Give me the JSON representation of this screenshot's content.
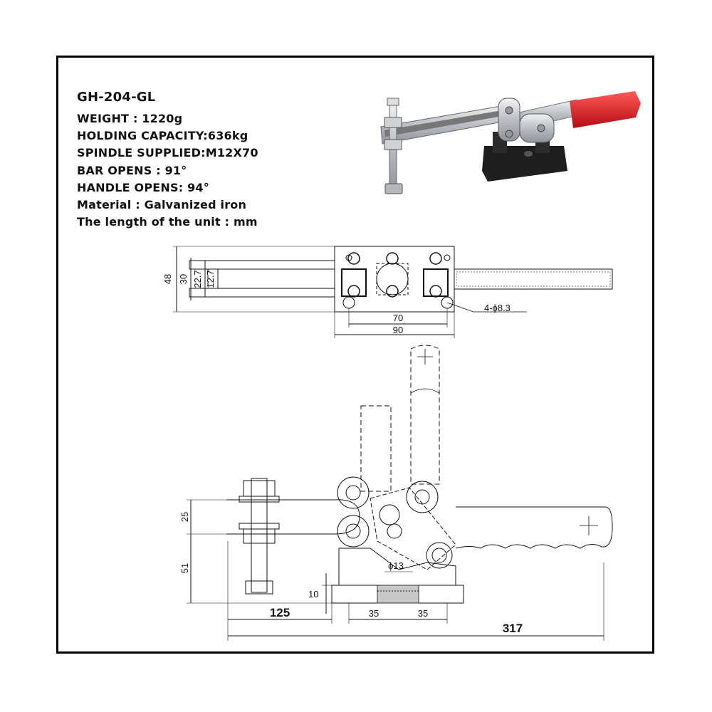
{
  "specs": {
    "model": "GH-204-GL",
    "weight": "WEIGHT : 1220g",
    "holding_capacity": "HOLDING CAPACITY:636kg",
    "spindle": "SPINDLE SUPPLIED:M12X70",
    "bar_opens": "BAR OPENS : 91°",
    "handle_opens": "HANDLE OPENS: 94°",
    "material": "Material :  Galvanized iron",
    "unit_length": "The length of the unit  : mm"
  },
  "top_view": {
    "dim_48": "48",
    "dim_30": "30",
    "dim_22_7": "22.7",
    "dim_12_7": "12.7",
    "dim_70": "70",
    "dim_90": "90",
    "holes": "4-ϕ8.3"
  },
  "side_view": {
    "dim_25": "25",
    "dim_51": "51",
    "dim_10": "10",
    "dim_125": "125",
    "dim_35a": "35",
    "dim_35b": "35",
    "dim_317": "317",
    "bore": "ϕ13"
  },
  "colors": {
    "handle_grip": "#d8131b",
    "metal": "#c9cdd2",
    "base": "#1a1a1a"
  }
}
